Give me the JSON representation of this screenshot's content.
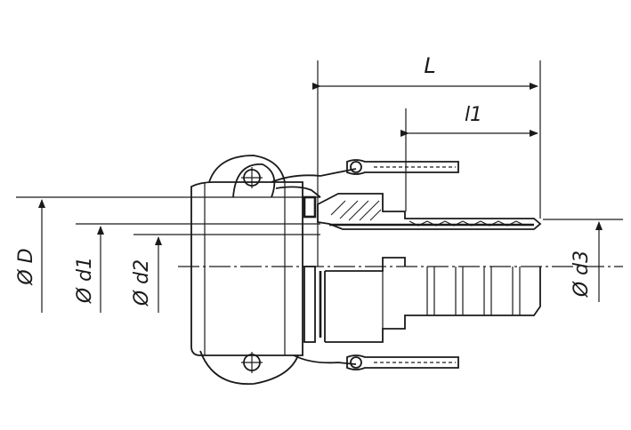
{
  "drawing": {
    "labels": {
      "length_total": "L",
      "length_shank": "l1",
      "diameter_outer": "Ø D",
      "diameter_d1": "Ø d1",
      "diameter_d2": "Ø d2",
      "diameter_d3": "Ø d3"
    }
  }
}
